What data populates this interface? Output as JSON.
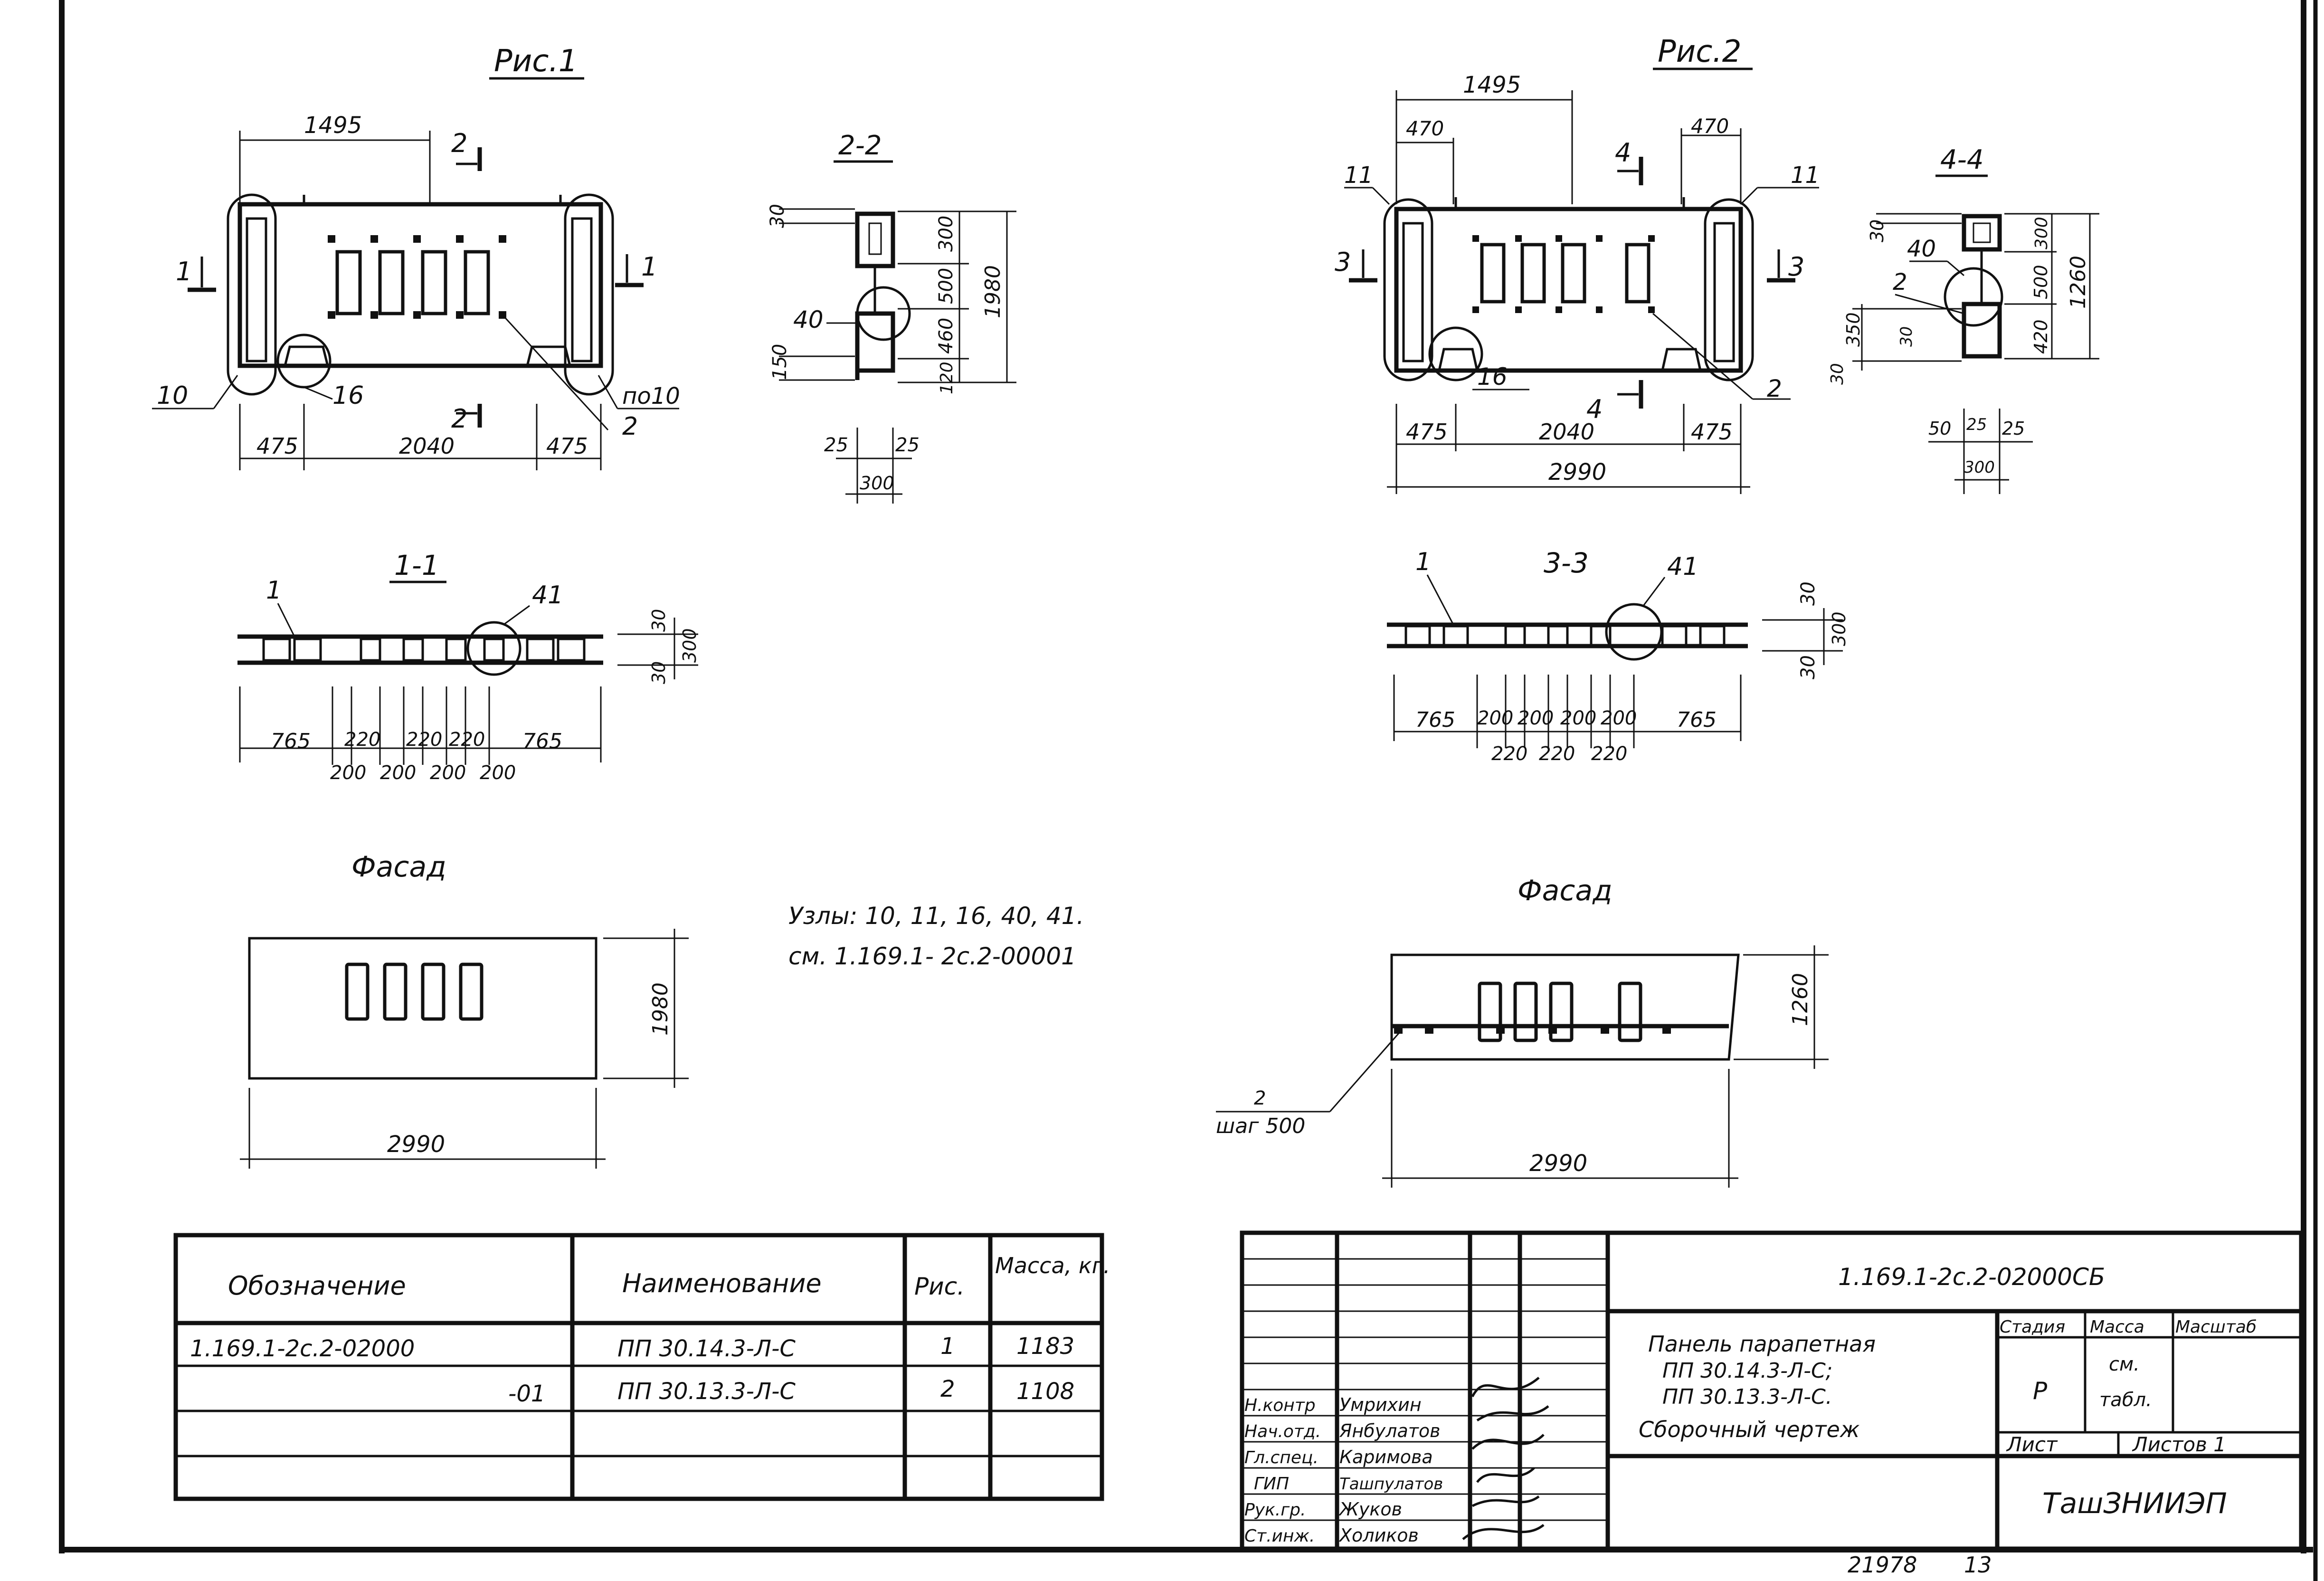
{
  "fig1": {
    "title": "Рис.1",
    "dim_top": "1495",
    "dim_bottom": [
      "475",
      "2040",
      "475"
    ],
    "cut_2": "2",
    "cut_1": "1",
    "labels": {
      "l10": "10",
      "l16": "16",
      "l2": "2",
      "lpo10": "по10"
    }
  },
  "sec22": {
    "title": "2-2",
    "dims_left": [
      "30",
      "150"
    ],
    "dims_right": [
      "300",
      "500",
      "460",
      "120"
    ],
    "dim_total": "1980",
    "bottom": [
      "25",
      "25",
      "300"
    ],
    "node": "40"
  },
  "sec11": {
    "title": "1-1",
    "labels": {
      "l1": "1",
      "l41": "41"
    },
    "dims_bottom": [
      "765",
      "220",
      "220",
      "220",
      "765"
    ],
    "dims_under": [
      "200",
      "200",
      "200",
      "200"
    ],
    "dims_right": [
      "30",
      "30",
      "300"
    ]
  },
  "fig2": {
    "title": "Рис.2",
    "dim_top": "1495",
    "dim_470_left": "470",
    "dim_470_right": "470",
    "dim_bottom": [
      "475",
      "2040",
      "475"
    ],
    "dim_total": "2990",
    "cut_4": "4",
    "cut_3": "3",
    "labels": {
      "l11a": "11",
      "l11b": "11",
      "l16": "16",
      "l2": "2"
    }
  },
  "sec44": {
    "title": "4-4",
    "dims_left": [
      "30",
      "350",
      "30",
      "30"
    ],
    "dims_right": [
      "300",
      "500",
      "420"
    ],
    "dim_total": "1260",
    "bottom": [
      "50",
      "25",
      "25",
      "300"
    ],
    "labels": {
      "l40": "40",
      "l2": "2"
    }
  },
  "sec33": {
    "title": "3-3",
    "labels": {
      "l1": "1",
      "l41": "41"
    },
    "dims_bottom": [
      "765",
      "200",
      "200",
      "200",
      "200",
      "765"
    ],
    "dims_under": [
      "220",
      "220",
      "220"
    ],
    "dims_right": [
      "30",
      "30",
      "300"
    ]
  },
  "facade1": {
    "title": "Фасад",
    "height": "1980",
    "width": "2990"
  },
  "facade2": {
    "title": "Фасад",
    "height": "1260",
    "width": "2990",
    "callout_top": "2",
    "callout_bottom": "шаг 500"
  },
  "notes": {
    "line1": "Узлы: 10, 11, 16, 40, 41.",
    "line2": "см. 1.169.1- 2с.2-00001"
  },
  "spec_table": {
    "headers": [
      "Обозначение",
      "Наименование",
      "Рис.",
      "Масса, кг."
    ],
    "rows": [
      [
        "1.169.1-2с.2-02000",
        "ПП 30.14.3-Л-С",
        "1",
        "1183"
      ],
      [
        "-01",
        "ПП 30.13.3-Л-С",
        "2",
        "1108"
      ]
    ]
  },
  "title_block": {
    "doc_number": "1.169.1-2с.2-02000СБ",
    "name_lines": [
      "Панель парапетная",
      "ПП 30.14.3-Л-С;",
      "ПП 30.13.3-Л-С.",
      "Сборочный чертеж"
    ],
    "stage_label": "Стадия",
    "mass_label": "Масса",
    "scale_label": "Масштаб",
    "stage": "Р",
    "mass_lines": [
      "см.",
      "табл."
    ],
    "sheet_label": "Лист",
    "sheets_label": "Листов 1",
    "org": "ТашЗНИИЭП",
    "roles": [
      "Н.контр",
      "Нач.отд.",
      "Гл.спец.",
      "ГИП",
      "Рук.гр.",
      "Ст.инж."
    ],
    "people": [
      "Умрихин",
      "Янбулатов",
      "Каримова",
      "Ташпулатов",
      "Жуков",
      "Холиков"
    ]
  },
  "footer": {
    "number": "21978",
    "page": "13"
  }
}
